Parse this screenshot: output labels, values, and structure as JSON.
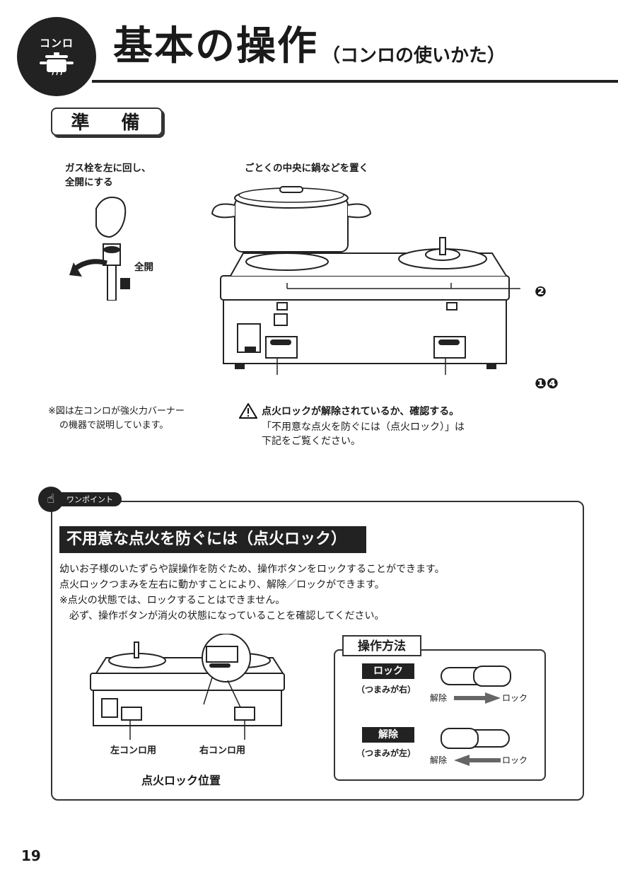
{
  "header": {
    "category_tag": "コンロ",
    "title": "基本の操作",
    "subtitle": "（コンロの使いかた）"
  },
  "prep": {
    "heading": "準 備",
    "gas_valve_line1": "ガス栓を左に回し、",
    "gas_valve_line2": "全開にする",
    "full_open": "全開",
    "place_pot": "ごとくの中央に鍋などを置く",
    "marker_2": "❷",
    "marker_14": "❶❹",
    "note_line1": "※図は左コンロが強火力バーナー",
    "note_line2": "の機器で説明しています。",
    "warning_line1": "点火ロックが解除されているか、確認する。",
    "warning_line2": "「不用意な点火を防ぐには（点火ロック）」は",
    "warning_line3": "下記をご覧ください。"
  },
  "onepoint": {
    "tag": "ワンポイント",
    "section_title": "不用意な点火を防ぐには（点火ロック）",
    "lines": [
      "幼いお子様のいたずらや誤操作を防ぐため、操作ボタンをロックすることができます。",
      "点火ロックつまみを左右に動かすことにより、解除／ロックができます。",
      "※点火の状態では、ロックすることはできません。",
      "　必ず、操作ボタンが消火の状態になっていることを確認してください。"
    ],
    "left_label": "左コンロ用",
    "right_label": "右コンロ用",
    "position_caption": "点火ロック位置",
    "method": {
      "title": "操作方法",
      "lock_label": "ロック",
      "lock_sub": "（つまみが右）",
      "unlock_label": "解除",
      "unlock_sub": "（つまみが左）",
      "left_word": "解除",
      "right_word": "ロック"
    }
  },
  "page_number": "19"
}
